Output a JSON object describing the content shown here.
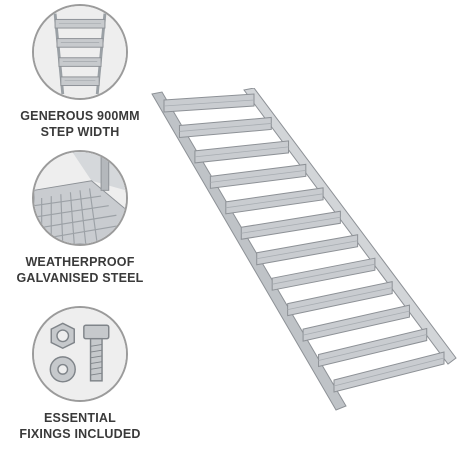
{
  "features": [
    {
      "line1": "GENEROUS 900MM",
      "line2": "STEP WIDTH",
      "icon": "stair-front-icon"
    },
    {
      "line1": "WEATHERPROOF",
      "line2": "GALVANISED STEEL",
      "icon": "grating-closeup-icon"
    },
    {
      "line1": "ESSENTIAL",
      "line2": "FIXINGS INCLUDED",
      "icon": "bolt-nut-washer-icon"
    }
  ],
  "product": {
    "icon": "galvanised-staircase",
    "steps": 12
  },
  "colors": {
    "steel": "#c9ccd0",
    "steel_dark": "#8d9196",
    "caption": "#3a3a3a",
    "ring": "#9b9b9b"
  }
}
